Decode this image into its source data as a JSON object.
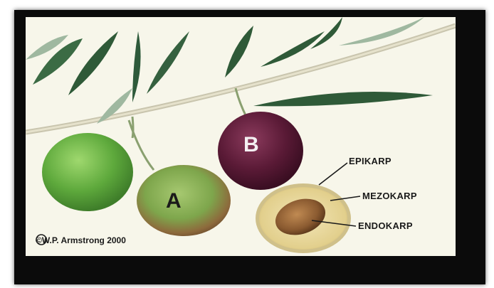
{
  "figure": {
    "fruit_labels": {
      "a": "A",
      "b": "B"
    },
    "parts": [
      {
        "id": "epikarp",
        "label": "EPIKARP"
      },
      {
        "id": "mezokarp",
        "label": "MEZOKARP"
      },
      {
        "id": "endokarp",
        "label": "ENDOKARP"
      }
    ],
    "copyright": "©W.P. Armstrong 2000"
  },
  "colors": {
    "frame": "#0b0b0b",
    "background": "#f7f6ea",
    "leaf": "#2f5a38",
    "green_olive": "#6db84a",
    "ripening_olive": "#7aa64a",
    "purple_olive": "#5a1a36",
    "pulp": "#e8d8a0",
    "pit": "#8a5a30"
  }
}
